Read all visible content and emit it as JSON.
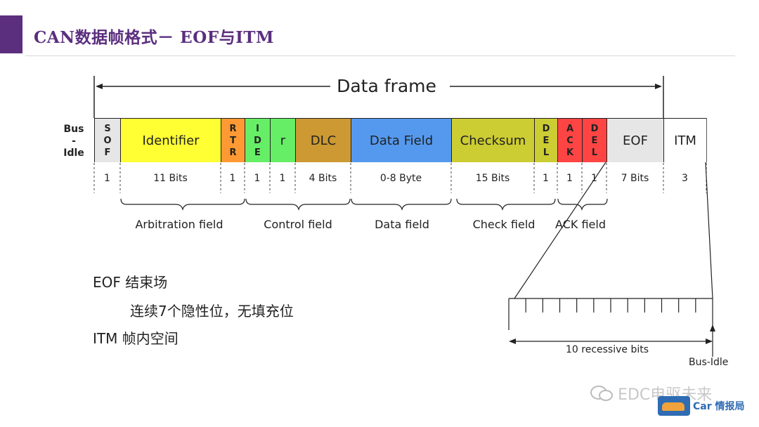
{
  "title": "CAN数据帧格式－  EOF与ITM",
  "bus_idle_left": [
    "Bus",
    "-",
    "Idle"
  ],
  "frame_label": "Data frame",
  "cells": [
    {
      "id": "sof",
      "text": "",
      "stack": [
        "S",
        "O",
        "F"
      ],
      "bits": "1",
      "color": "#e6e6e6"
    },
    {
      "id": "identifier",
      "text": "Identifier",
      "bits": "11 Bits",
      "color": "#ffff33"
    },
    {
      "id": "rtr",
      "text": "",
      "stack": [
        "R",
        "T",
        "R"
      ],
      "bits": "1",
      "color": "#ff9933"
    },
    {
      "id": "ide",
      "text": "",
      "stack": [
        "I",
        "D",
        "E"
      ],
      "bits": "1",
      "color": "#66ee66"
    },
    {
      "id": "r",
      "text": "r",
      "bits": "1",
      "color": "#66ee66"
    },
    {
      "id": "dlc",
      "text": "DLC",
      "bits": "4 Bits",
      "color": "#cc9933"
    },
    {
      "id": "data-field",
      "text": "Data Field",
      "bits": "0-8 Byte",
      "color": "#5599ee"
    },
    {
      "id": "checksum",
      "text": "Checksum",
      "bits": "15 Bits",
      "color": "#cccc33"
    },
    {
      "id": "del1",
      "text": "",
      "stack": [
        "D",
        "E",
        "L"
      ],
      "bits": "1",
      "color": "#cccc33"
    },
    {
      "id": "ack",
      "text": "",
      "stack": [
        "A",
        "C",
        "K"
      ],
      "bits": "1",
      "color": "#ff4444"
    },
    {
      "id": "del2",
      "text": "",
      "stack": [
        "D",
        "E",
        "L"
      ],
      "bits": "1",
      "color": "#ff4444"
    },
    {
      "id": "eof",
      "text": "EOF",
      "bits": "7 Bits",
      "color": "#e6e6e6"
    },
    {
      "id": "itm",
      "text": "ITM",
      "bits": "3",
      "color": "#ffffff"
    }
  ],
  "field_labels": [
    "Arbitration field",
    "Control field",
    "Data field",
    "Check field",
    "ACK field"
  ],
  "notes": {
    "eof_line": "EOF  结束场",
    "eof_desc": "连续7个隐性位，无填充位",
    "itm_line": "ITM  帧内空间"
  },
  "detail": {
    "recessive_label": "10 recessive bits",
    "bus_idle_label": "Bus-Idle"
  },
  "watermark": {
    "text": "EDC电驱未来",
    "logo_text": "Car 情报局"
  }
}
